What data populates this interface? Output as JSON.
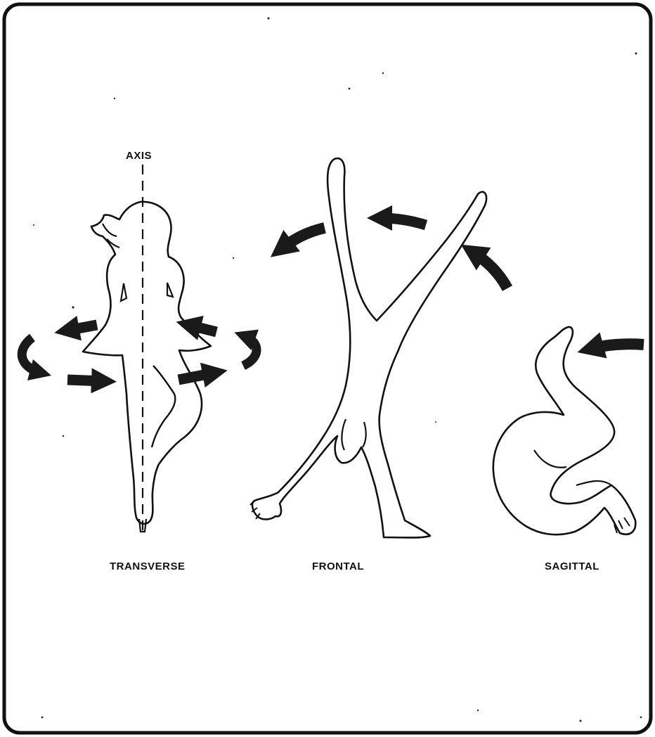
{
  "labels": {
    "axis": "AXIS",
    "transverse": "TRANSVERSE",
    "frontal": "FRONTAL",
    "sagittal": "SAGITTAL"
  },
  "colors": {
    "ink": "#111111",
    "paper": "#ffffff",
    "arrow": "#1a1a1a"
  }
}
